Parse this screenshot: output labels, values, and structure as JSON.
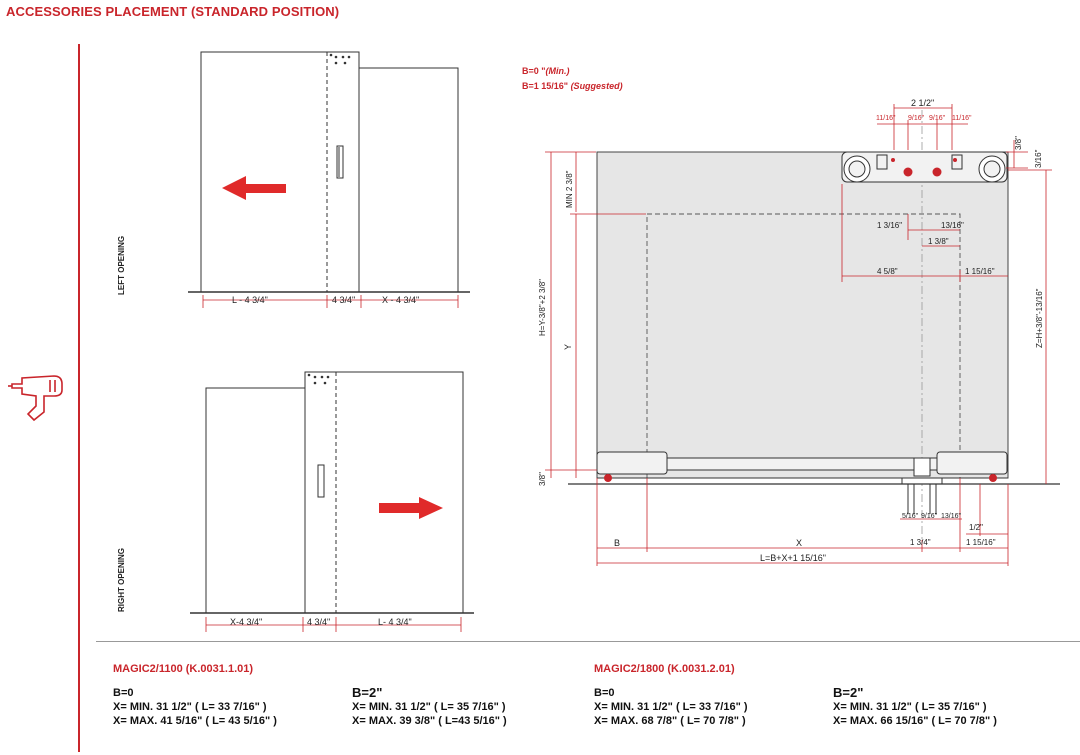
{
  "title": "ACCESSORIES PLACEMENT (STANDARD POSITION)",
  "left_opening": {
    "label": "LEFT OPENING",
    "dims": [
      "L - 4 3/4\"",
      "4 3/4\"",
      "X - 4 3/4\""
    ]
  },
  "right_opening": {
    "label": "RIGHT OPENING",
    "dims": [
      "X-4 3/4\"",
      "4 3/4\"",
      "L- 4 3/4\""
    ]
  },
  "b_notes": {
    "line1_main": "B=0 \"",
    "line1_italic": "(Min.)",
    "line2_main": "B=1 15/16\" ",
    "line2_italic": "(Suggested)"
  },
  "main_dims": {
    "top_2_1_2": "2 1/2\"",
    "top_11_16_l": "11/16\"",
    "top_9_16_l": "9/16\"",
    "top_9_16_r": "9/16\"",
    "top_11_16_r": "11/16\"",
    "right_3_8": "3/8\"",
    "right_3_16": "3/16\"",
    "min_2_3_8": "MIN 2 3/8\"",
    "h_formula": "H=Y-3/8\"+2 3/8\"",
    "y_label": "Y",
    "z_formula": "Z=H+3/8\"-13/16\"",
    "d_1_3_16": "1 3/16\"",
    "d_13_16": "13/16\"",
    "d_1_3_8": "1 3/8\"",
    "d_4_5_8": "4 5/8\"",
    "d_1_15_16_mid": "1 15/16\"",
    "bottom_3_8": "3/8\"",
    "bot_5_16": "5/16\"",
    "bot_9_16": "9/16\"",
    "bot_13_16": "13/16\"",
    "bot_1_2": "1/2\"",
    "b_label": "B",
    "x_label": "X",
    "bot_1_3_4": "1 3/4\"",
    "bot_1_15_16": "1 15/16\"",
    "l_formula": "L=B+X+1 15/16\""
  },
  "models": [
    {
      "name": "MAGIC2/1100 (K.0031.1.01)",
      "col_a": {
        "head": "B=0",
        "lines": [
          "X= MIN. 31 1/2\" ( L= 33 7/16\" )",
          "X= MAX. 41 5/16\" ( L= 43 5/16\" )"
        ]
      },
      "col_b": {
        "head": "B=2\"",
        "lines": [
          "X= MIN. 31 1/2\" ( L= 35 7/16\" )",
          "X= MAX. 39 3/8\" ( L=43 5/16\" )"
        ]
      }
    },
    {
      "name": "MAGIC2/1800 (K.0031.2.01)",
      "col_a": {
        "head": "B=0",
        "lines": [
          "X= MIN. 31 1/2\" ( L= 33 7/16\" )",
          "X= MAX. 68 7/8\" ( L= 70 7/8\" )"
        ]
      },
      "col_b": {
        "head": "B=2\"",
        "lines": [
          "X= MIN. 31 1/2\" ( L= 35 7/16\" )",
          "X= MAX. 66 15/16\" ( L= 70 7/8\" )"
        ]
      }
    }
  ],
  "colors": {
    "accent": "#c9252b",
    "panel": "#e6e6e6",
    "line": "#333333"
  },
  "icons": [
    "drill-icon",
    "arrow-left-icon",
    "arrow-right-icon"
  ]
}
